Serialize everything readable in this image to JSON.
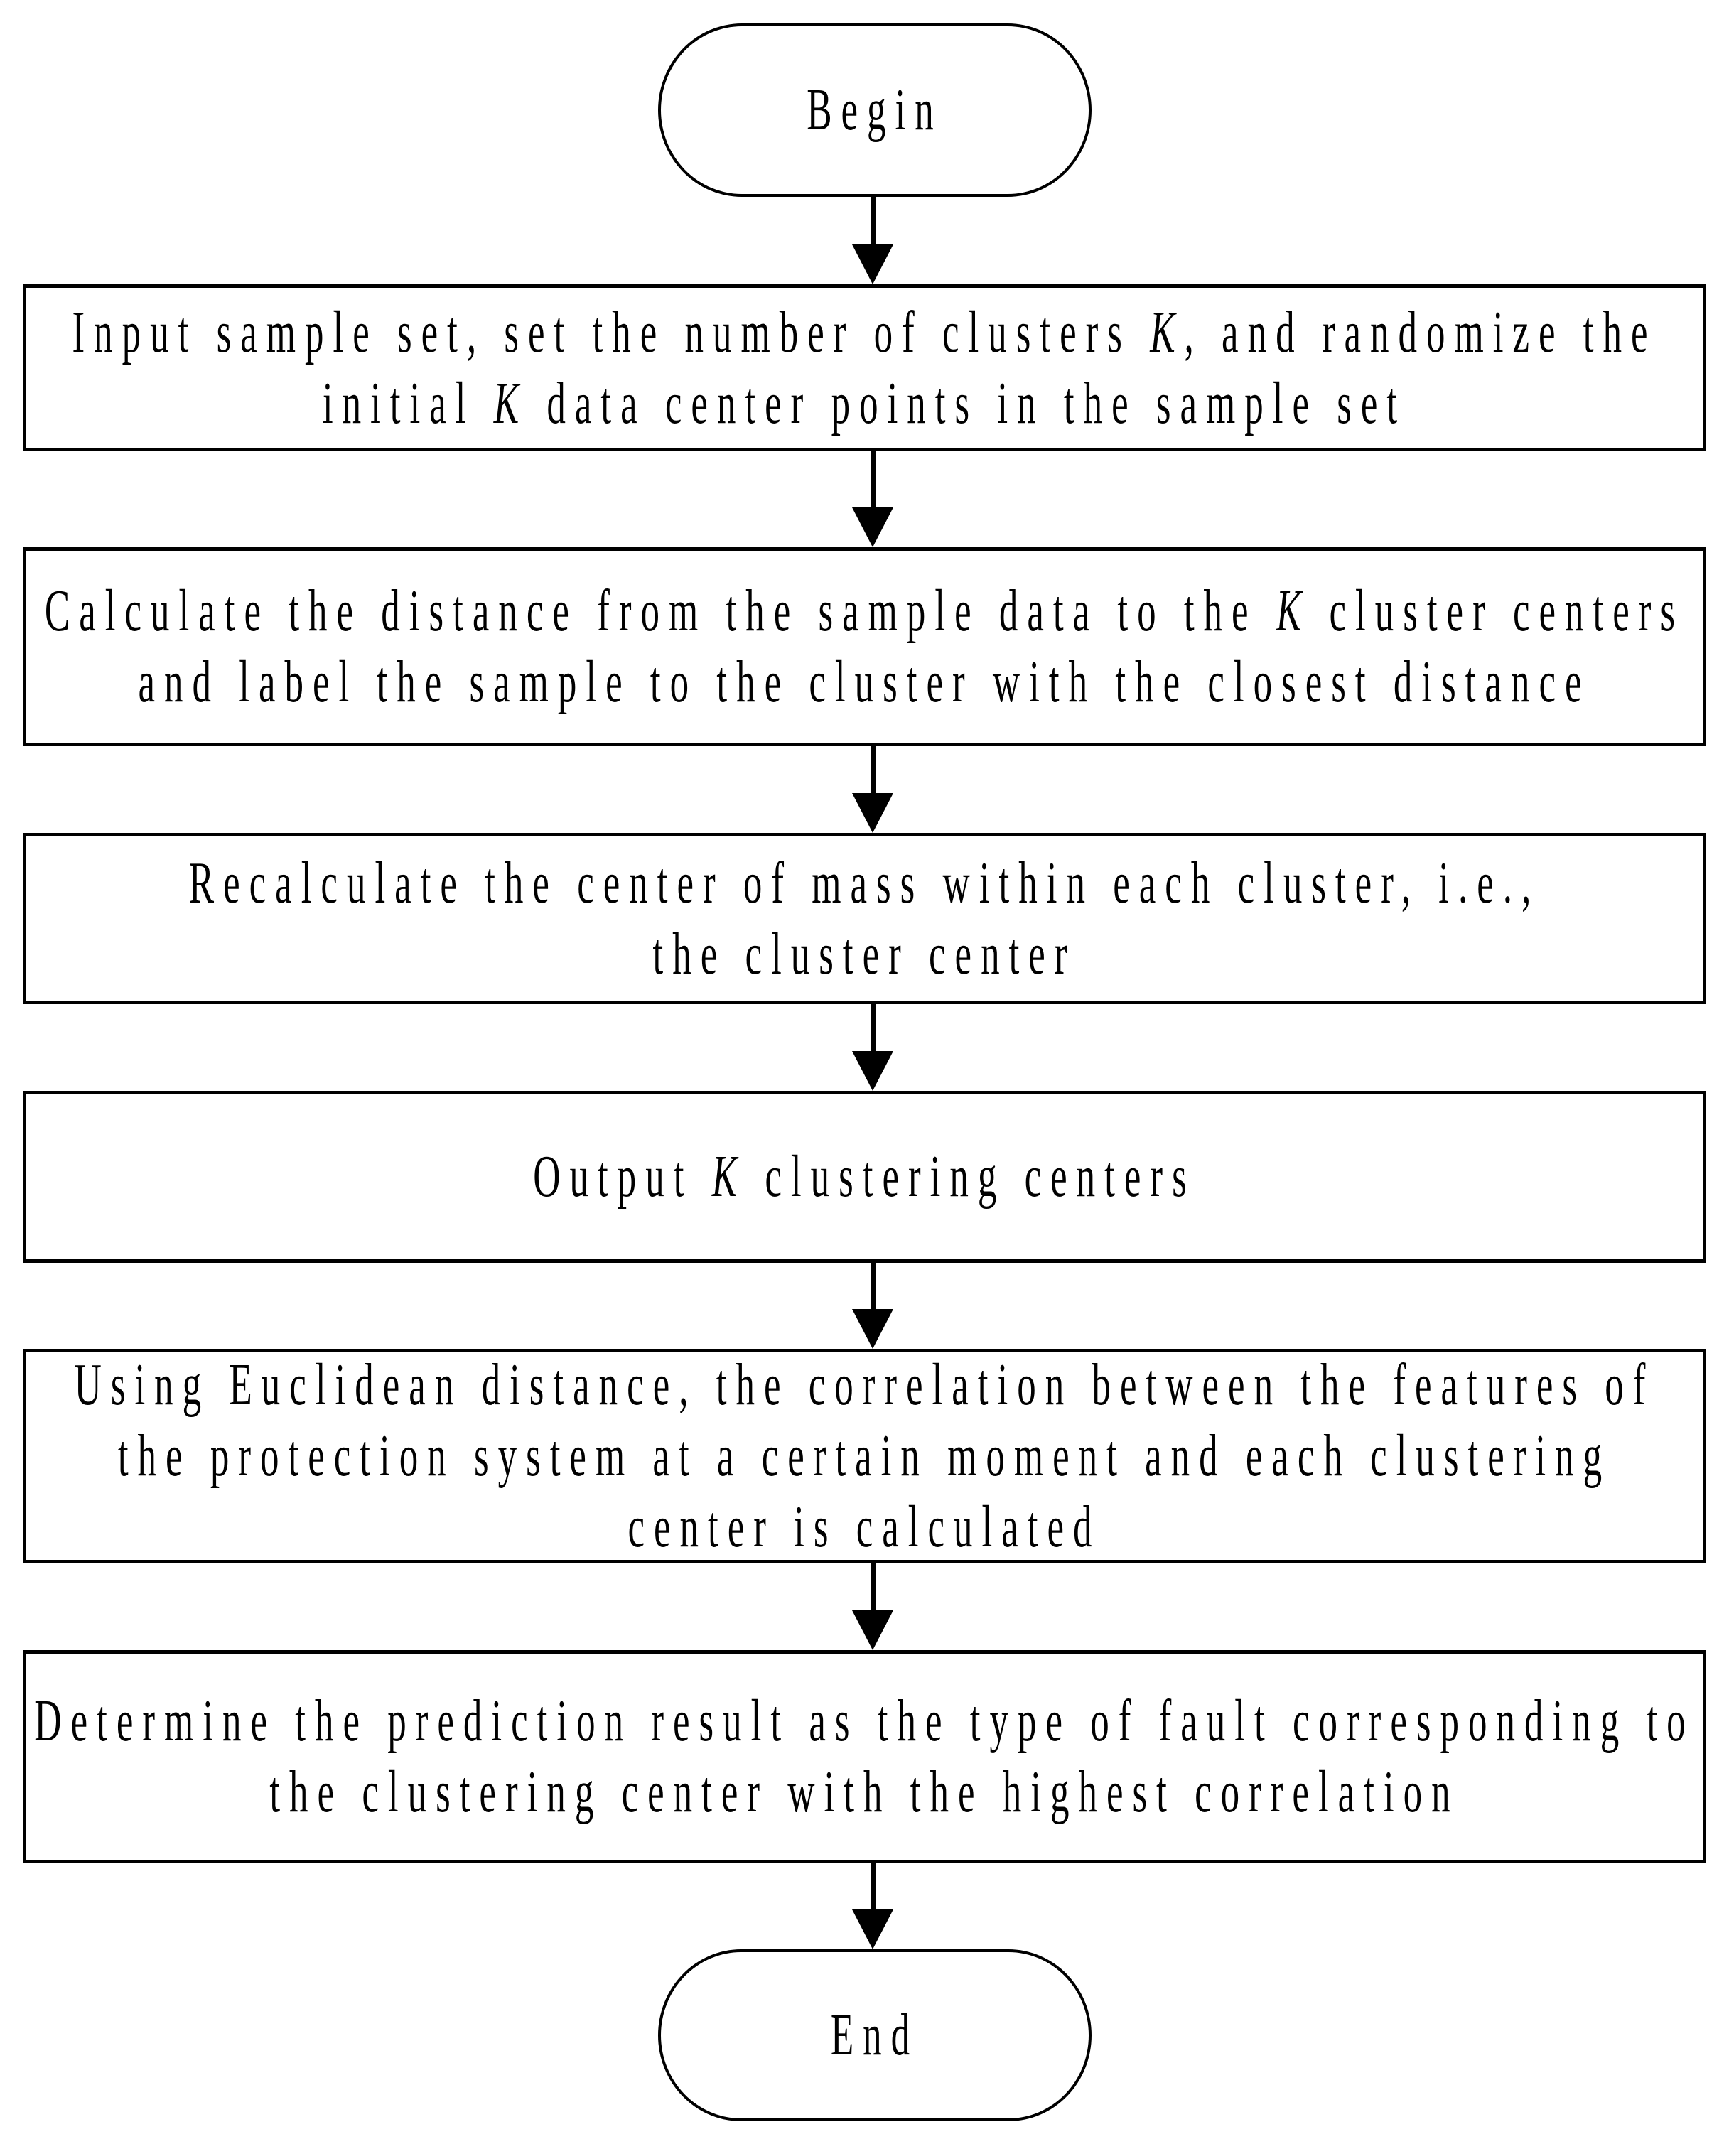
{
  "figure": {
    "type": "flowchart",
    "background": "#ffffff",
    "line_color": "#000000",
    "text_color": "#000000"
  },
  "flowchart": {
    "nodes": [
      {
        "id": "begin",
        "shape": "terminator",
        "lines": [
          [
            {
              "text": "Begin"
            }
          ]
        ]
      },
      {
        "id": "input-sample-set",
        "shape": "process",
        "lines": [
          [
            {
              "text": "Input sample set, set the number of clusters "
            },
            {
              "text": "K",
              "italic": true
            },
            {
              "text": ", and randomize the"
            }
          ],
          [
            {
              "text": "initial "
            },
            {
              "text": "K",
              "italic": true
            },
            {
              "text": " data center points in the sample set"
            }
          ]
        ]
      },
      {
        "id": "calculate-distance",
        "shape": "process",
        "lines": [
          [
            {
              "text": "Calculate the distance from the sample data to the "
            },
            {
              "text": "K",
              "italic": true
            },
            {
              "text": " cluster centers"
            }
          ],
          [
            {
              "text": "and label the sample to the cluster with the closest distance"
            }
          ]
        ]
      },
      {
        "id": "recalculate-center",
        "shape": "process",
        "lines": [
          [
            {
              "text": "Recalculate the center of mass within each cluster, i.e.,"
            }
          ],
          [
            {
              "text": "the cluster center"
            }
          ]
        ]
      },
      {
        "id": "output-centers",
        "shape": "process",
        "lines": [
          [
            {
              "text": "Output "
            },
            {
              "text": "K",
              "italic": true
            },
            {
              "text": " clustering centers"
            }
          ]
        ]
      },
      {
        "id": "euclidean-correlation",
        "shape": "process",
        "lines": [
          [
            {
              "text": "Using Euclidean distance, the correlation between the features of"
            }
          ],
          [
            {
              "text": "the protection system at a certain moment and each clustering"
            }
          ],
          [
            {
              "text": "center is calculated"
            }
          ]
        ]
      },
      {
        "id": "determine-prediction",
        "shape": "process",
        "lines": [
          [
            {
              "text": "Determine the prediction result as the type of fault corresponding to"
            }
          ],
          [
            {
              "text": "the clustering center with the highest correlation"
            }
          ]
        ]
      },
      {
        "id": "end",
        "shape": "terminator",
        "lines": [
          [
            {
              "text": "End"
            }
          ]
        ]
      }
    ],
    "connectors": [
      {
        "from": "begin",
        "to": "input-sample-set"
      },
      {
        "from": "input-sample-set",
        "to": "calculate-distance"
      },
      {
        "from": "calculate-distance",
        "to": "recalculate-center"
      },
      {
        "from": "recalculate-center",
        "to": "output-centers"
      },
      {
        "from": "output-centers",
        "to": "euclidean-correlation"
      },
      {
        "from": "euclidean-correlation",
        "to": "determine-prediction"
      },
      {
        "from": "determine-prediction",
        "to": "end"
      }
    ]
  }
}
